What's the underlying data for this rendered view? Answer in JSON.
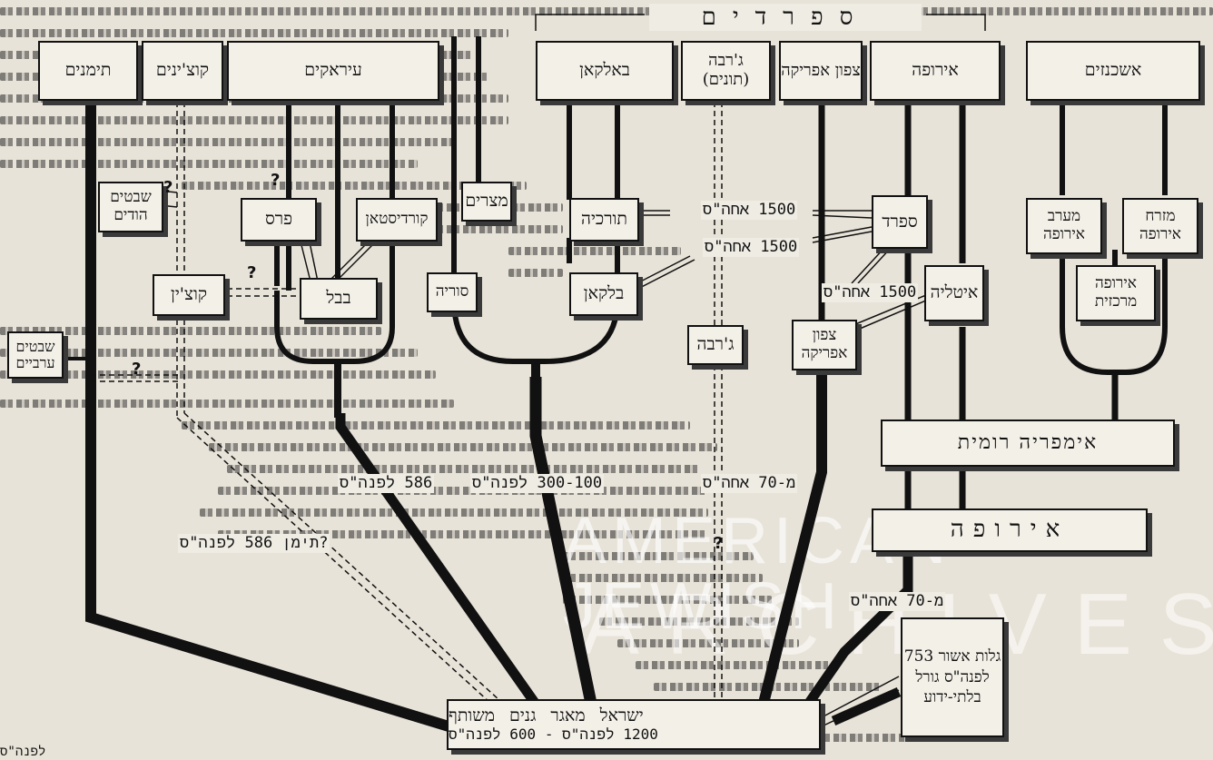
{
  "heading": "ספרדים",
  "top_boxes": {
    "yemenites": "תימנים",
    "cochin": "קוצ'ינים",
    "iraqis": "עיראקים",
    "balkan": "באלקאן",
    "djerba": "ג'רבה (תונים)",
    "north_africa": "צפון אפריקה",
    "europe": "אירופה",
    "ashkenazim": "אשכנזים"
  },
  "mid_boxes": {
    "india_tribes": "שבטים הודים",
    "persia": "פרס",
    "kurdistan": "קורדיסטאן",
    "egyptians": "מצרים",
    "turkey": "תורכיה",
    "spain": "ספרד",
    "west_europe": "מערב אירופה",
    "east_europe": "מזרח אירופה",
    "cochin_low": "קוצ'ין",
    "babylon": "בבל",
    "syria": "סוריה",
    "balkan_low": "בלקאן",
    "italy": "איטליה",
    "central_europe": "אירופה מרכזית",
    "arab_tribes": "שבטים ערביים",
    "djerba_low": "ג'רבה",
    "north_africa_low": "צפון אפריקה",
    "roman_empire": "אימפריה רומית",
    "europe_low": "אירופה",
    "israel_line1": "ישראל מאגר גנים משותף",
    "israel_line2": "1200 לפנה\"ס - 600 לפנה\"ס",
    "assyria": "גלות אשור 753 לפנה\"ס גורל בלתי-ידוע"
  },
  "labels": {
    "y1500_a": "1500 אחה\"ס",
    "y1500_b": "1500 אחה\"ס",
    "y1500_c": "1500 אחה\"ס",
    "bce586": "586 לפנה\"ס",
    "bce300": "300-100 לפנה\"ס",
    "ce70_a": "מ-70 אחה\"ס",
    "ce70_b": "מ-70 אחה\"ס",
    "yemen586": "?תימן 586 לפנה\"ס",
    "bottom_left": "לפנה\"ס"
  },
  "watermark": {
    "line1": "AMERICAN JEWISH",
    "line2": "ARCHIVES"
  },
  "colors": {
    "paper": "#e8e3d8",
    "ink": "#111111",
    "box_fill": "#f3f0e8"
  }
}
